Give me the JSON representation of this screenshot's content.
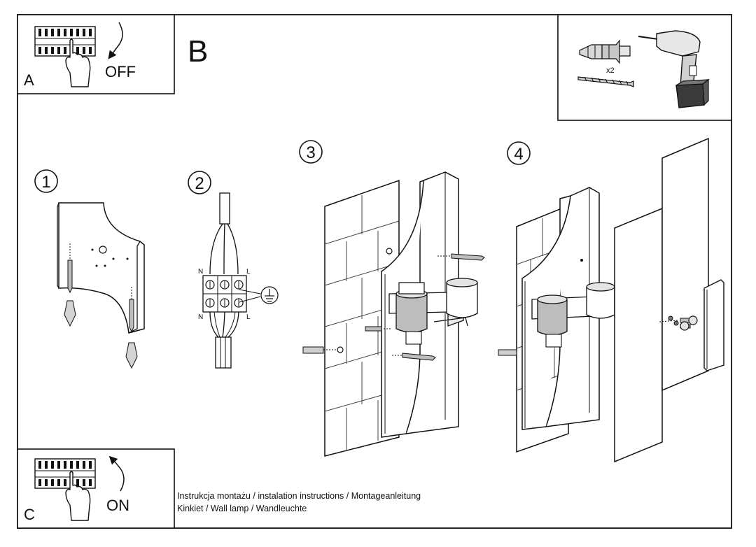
{
  "panels": {
    "A": {
      "letter": "A",
      "action": "OFF"
    },
    "B": {
      "letter": "B"
    },
    "C": {
      "letter": "C",
      "action": "ON"
    }
  },
  "tools": {
    "quantity": "x2"
  },
  "wiring": {
    "top_left": "N",
    "top_right": "L",
    "bottom_left": "N",
    "bottom_right": "L"
  },
  "steps": [
    "1",
    "2",
    "3",
    "4"
  ],
  "caption": {
    "line1": "Instrukcja montażu / instalation instructions / Montageanleitung",
    "line2": "Kinkiet / Wall lamp / Wandleuchte"
  }
}
